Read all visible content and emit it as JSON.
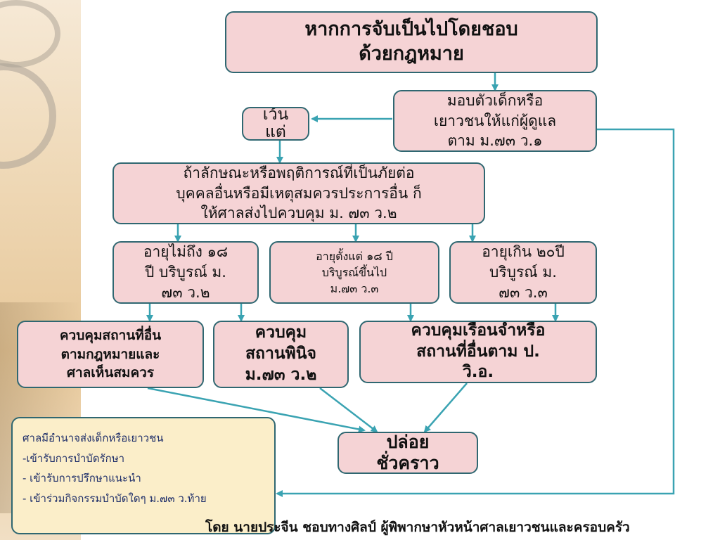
{
  "boxes": {
    "top": "หากการจับเป็นไปโดยชอบ\nด้วยกฎหมาย",
    "except": "เว้น\nแต่",
    "handover": "มอบตัวเด็กหรือ\nเยาวชนให้แก่ผู้ดูแล\nตาม ม.๗๓ ว.๑",
    "danger": "ถ้าลักษณะหรือพฤติการณ์ที่เป็นภัยต่อ\nบุคคลอื่นหรือมีเหตุสมควรประการอื่น ก็\nให้ศาลส่งไปควบคุม ม. ๗๓ ว.๒",
    "under18": "อายุไม่ถึง ๑๘\nปี บริบูรณ์ ม.\n๗๓ ว.๒",
    "from18": "อายุตั้งแต่ ๑๘ ปี\nบริบูรณ์ขึ้นไป\nม.๗๓ ว.๓",
    "over20": "อายุเกิน ๒๐ปี\nบริบูรณ์ ม.\n๗๓ ว.๓",
    "otherplace": "ควบคุมสถานที่อื่น\nตามกฎหมายและ\nศาลเห็นสมควร",
    "observation": "ควบคุม\nสถานพินิจ\nม.๗๓ ว.๒",
    "prison": "ควบคุมเรือนจำหรือ\nสถานที่อื่นตาม ป.\nวิ.อ.",
    "release": "ปล่อย\nชั่วคราว"
  },
  "note": {
    "line1": "ศาลมีอำนาจส่งเด็กหรือเยาวชน",
    "line2": "-เข้ารับการบำบัดรักษา",
    "line3": "- เข้ารับการปรึกษาแนะนำ",
    "line4": "- เข้าร่วมกิจกรรมบำบัดใดๆ ม.๗๓ ว.ท้าย"
  },
  "footer": "โดย นายประจีน ชอบทางศิลป์ ผู้พิพากษาหัวหน้าศาลเยาวชนและครอบครัว",
  "colors": {
    "box_fill": "#f5d3d5",
    "box_border": "#2f6771",
    "arrow": "#3aa3b2",
    "note_fill": "#fbeec9",
    "note_text": "#1f2f6a"
  }
}
